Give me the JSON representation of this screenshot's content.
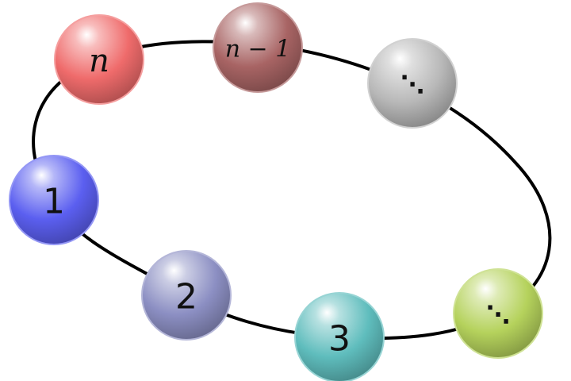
{
  "nodes": [
    {
      "id": "node-1",
      "label": "1",
      "style": "digit",
      "color": "#5b5ff0"
    },
    {
      "id": "node-2",
      "label": "2",
      "style": "digit",
      "color": "#8c8fc3"
    },
    {
      "id": "node-3",
      "label": "3",
      "style": "digit",
      "color": "#5fbdbd"
    },
    {
      "id": "node-dots-right",
      "label": "⋱",
      "style": "dots",
      "color": "#b5d25c"
    },
    {
      "id": "node-dots-top",
      "label": "⋱",
      "style": "dots",
      "color": "#b8b8b8"
    },
    {
      "id": "node-n-minus-1",
      "label": "n − 1",
      "style": "math",
      "color": "#a86464"
    },
    {
      "id": "node-n",
      "label": "n",
      "style": "math",
      "color": "#ef6b6b"
    }
  ],
  "ring": {
    "stroke_color": "#000000"
  }
}
